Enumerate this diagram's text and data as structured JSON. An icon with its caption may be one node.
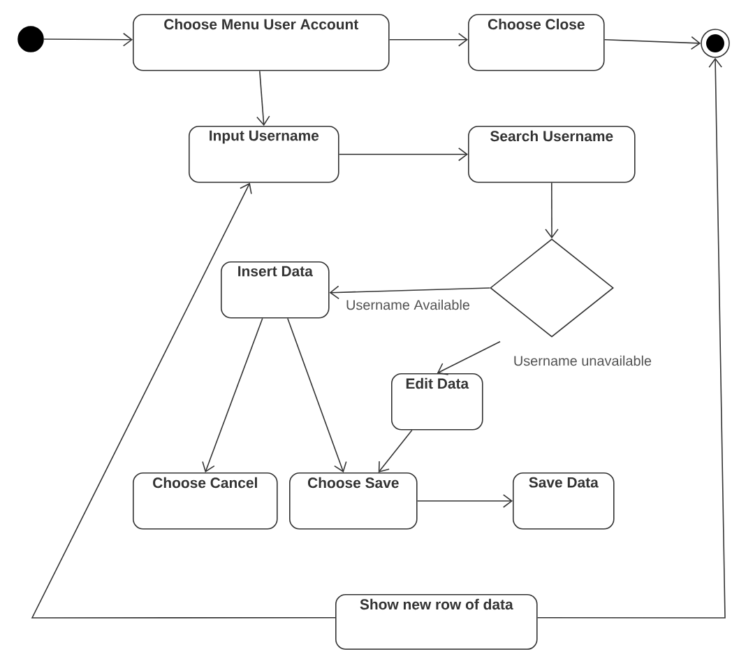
{
  "diagram": {
    "nodes": [
      {
        "text": [],
        "shape": "circle"
      },
      {
        "text": [
          "Choose Menu User Account"
        ]
      },
      {
        "text": [
          "Choose Close"
        ]
      },
      {
        "text": [],
        "shape": "circle"
      },
      {
        "text": [
          "Input Username"
        ]
      },
      {
        "text": [
          "Search Username"
        ]
      },
      {
        "text": [],
        "shape": "diamond"
      },
      {
        "text": [
          "Insert Data"
        ]
      },
      {
        "text": [
          "Edit Data"
        ]
      },
      {
        "text": [
          "Choose Cancel"
        ]
      },
      {
        "text": [
          "Choose Save"
        ]
      },
      {
        "text": [
          "Save Data"
        ]
      },
      {
        "text": [
          "Show new row of data"
        ]
      }
    ],
    "edges": [
      {
        "from": 0,
        "to": 1,
        "arrow": "to"
      },
      {
        "from": 1,
        "to": 2,
        "arrow": "to"
      },
      {
        "from": 2,
        "to": 3,
        "arrow": "to"
      },
      {
        "from": 1,
        "to": 4,
        "arrow": "to"
      },
      {
        "from": 4,
        "to": 5,
        "arrow": "to"
      },
      {
        "from": 5,
        "to": 6,
        "arrow": "to"
      },
      {
        "from": 6,
        "to": 7,
        "arrow": "to",
        "label": "Username Available"
      },
      {
        "from": 6,
        "to": 8,
        "arrow": "to",
        "label": "Username unavailable"
      },
      {
        "from": 7,
        "to": 9,
        "arrow": "to"
      },
      {
        "from": 7,
        "to": 10,
        "arrow": "to"
      },
      {
        "from": 8,
        "to": 10,
        "arrow": "to"
      },
      {
        "from": 10,
        "to": 11,
        "arrow": "to"
      },
      {
        "from": 12,
        "to": 4,
        "arrow": "to"
      },
      {
        "from": 12,
        "to": 3,
        "arrow": "to"
      }
    ]
  }
}
